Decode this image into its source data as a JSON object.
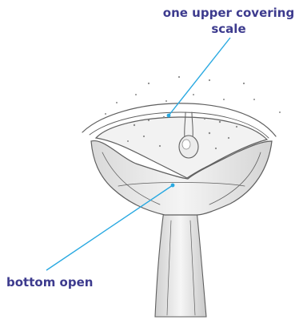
{
  "labels": {
    "upper_line1": "one upper covering",
    "upper_line2": "scale",
    "bottom": "bottom open"
  },
  "colors": {
    "label_text": "#3d3b8e",
    "pointer": "#29a9e1",
    "drawing": "#5f5f5f"
  }
}
